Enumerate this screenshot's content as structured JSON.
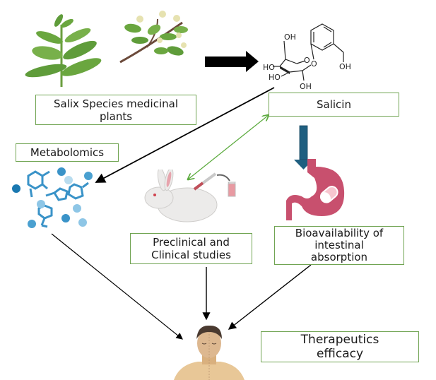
{
  "diagram": {
    "title": "Salicin from Salix species: workflow to therapeutic efficacy",
    "nodes": {
      "plants": {
        "label": "Salix Species medicinal plants",
        "line1": "Salix Species medicinal",
        "line2": "plants"
      },
      "salicin": {
        "label": "Salicin"
      },
      "metabolomics": {
        "label": "Metabolomics"
      },
      "studies": {
        "label": "Preclinical and Clinical studies",
        "line1": "Preclinical and",
        "line2": "Clinical studies"
      },
      "bioavailability": {
        "label": "Bioavailability of intestinal absorption",
        "line1": "Bioavailability of",
        "line2": "intestinal",
        "line3": "absorption"
      },
      "therapeutics": {
        "label": "Therapeutics efficacy",
        "line1": "Therapeutics",
        "line2": "efficacy"
      }
    },
    "molecule": {
      "name": "Salicin structure",
      "labels": [
        "OH",
        "HO",
        "HO",
        "OH",
        "O",
        "O",
        "OH"
      ]
    },
    "edges": [
      {
        "from": "plants",
        "to": "salicin",
        "style": "bold-black-arrow"
      },
      {
        "from": "salicin",
        "to": "metabolomics",
        "style": "black-arrow"
      },
      {
        "from": "salicin",
        "to": "studies",
        "style": "green-double-arrow"
      },
      {
        "from": "salicin",
        "to": "bioavailability",
        "style": "bold-blue-arrow"
      },
      {
        "from": "metabolomics",
        "to": "therapeutics",
        "style": "black-arrow"
      },
      {
        "from": "studies",
        "to": "therapeutics",
        "style": "black-arrow"
      },
      {
        "from": "bioavailability",
        "to": "therapeutics",
        "style": "black-arrow"
      }
    ],
    "illustrations": [
      "willow-sprig",
      "flowering-branch",
      "metabolite-molecules",
      "rabbit-injection",
      "stomach-capsule",
      "human-bust"
    ],
    "colors": {
      "box_border": "#70a452",
      "green_arrow": "#5aaa3c",
      "blue_arrow": "#1f5f80",
      "stomach": "#c8506e",
      "molecule_blue": "#3a93c8",
      "leaf": "#5f9c3a"
    }
  }
}
